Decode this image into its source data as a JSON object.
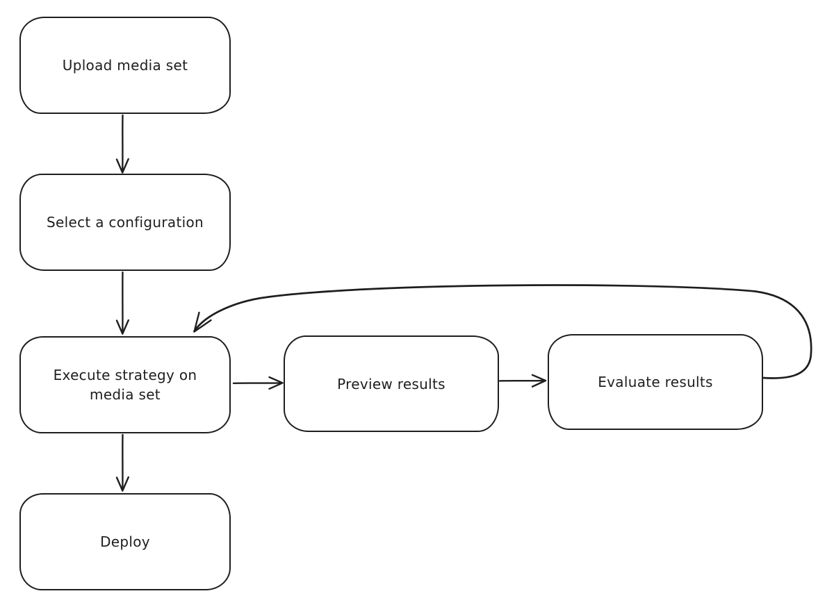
{
  "diagram": {
    "type": "flowchart",
    "colors": {
      "stroke": "#1e1e1e",
      "node_fill": "#ffffff",
      "background": "#ffffff"
    },
    "nodes": [
      {
        "id": "upload-media-set",
        "label": "Upload media set",
        "lines": [
          "Upload media set"
        ]
      },
      {
        "id": "select-a-configuration",
        "label": "Select a configuration",
        "lines": [
          "Select a configuration"
        ]
      },
      {
        "id": "execute-strategy",
        "label": "Execute strategy on media set",
        "lines": [
          "Execute strategy on",
          "media set"
        ]
      },
      {
        "id": "preview-results",
        "label": "Preview results",
        "lines": [
          "Preview results"
        ]
      },
      {
        "id": "evaluate-results",
        "label": "Evaluate results",
        "lines": [
          "Evaluate results"
        ]
      },
      {
        "id": "deploy",
        "label": "Deploy",
        "lines": [
          "Deploy"
        ]
      }
    ],
    "edges": [
      {
        "from": "upload-media-set",
        "to": "select-a-configuration",
        "style": "straight-down"
      },
      {
        "from": "select-a-configuration",
        "to": "execute-strategy",
        "style": "straight-down"
      },
      {
        "from": "execute-strategy",
        "to": "preview-results",
        "style": "straight-right"
      },
      {
        "from": "preview-results",
        "to": "evaluate-results",
        "style": "straight-right"
      },
      {
        "from": "evaluate-results",
        "to": "execute-strategy",
        "style": "loop-back-over-top"
      },
      {
        "from": "execute-strategy",
        "to": "deploy",
        "style": "straight-down"
      }
    ]
  }
}
